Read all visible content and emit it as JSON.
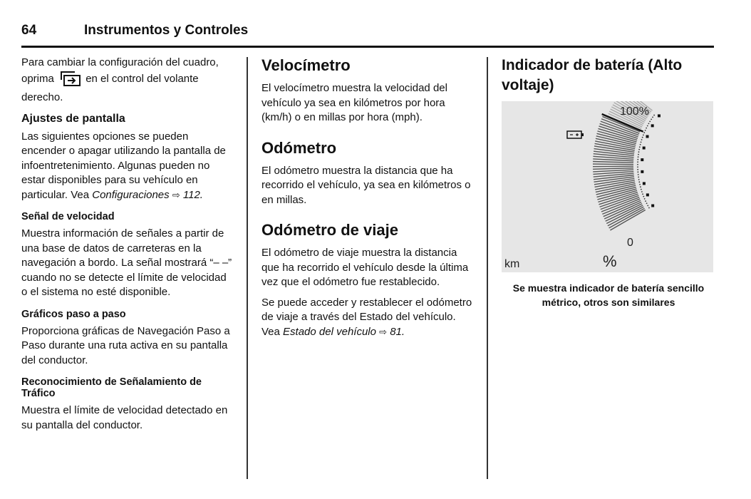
{
  "header": {
    "page_number": "64",
    "section_title": "Instrumentos y Controles"
  },
  "col1": {
    "intro_before": "Para cambiar la configuración del cuadro, oprima",
    "intro_after": "en el control del volante derecho.",
    "control_icon": "display-toggle-icon",
    "ajustes_title": "Ajustes de pantalla",
    "ajustes_text": "Las siguientes opciones se pueden encender o apagar utilizando la pantalla de infoentretenimiento. Algunas pueden no estar disponibles para su vehículo en particular. Vea",
    "ajustes_ref_text": "Configuraciones",
    "ajustes_ref_page": "112.",
    "senal_title": "Señal de velocidad",
    "senal_text": "Muestra información de señales a partir de una base de datos de carreteras en la navegación a bordo. La señal mostrará “– –” cuando no se detecte el límite de velocidad o el sistema no esté disponible.",
    "graficos_title": "Gráficos paso a paso",
    "graficos_text": "Proporciona gráficas de Navegación Paso a Paso durante una ruta activa en su pantalla del conductor.",
    "reconocimiento_title": "Reconocimiento de Señalamiento de Tráfico",
    "reconocimiento_text": "Muestra el límite de velocidad detectado en su pantalla del conductor."
  },
  "col2": {
    "velocimetro_title": "Velocímetro",
    "velocimetro_text": "El velocímetro muestra la velocidad del vehículo ya sea en kilómetros por hora (km/h) o en millas por hora (mph).",
    "odometro_title": "Odómetro",
    "odometro_text": "El odómetro muestra la distancia que ha recorrido el vehículo, ya sea en kilómetros o en millas.",
    "viaje_title": "Odómetro de viaje",
    "viaje_text1": "El odómetro de viaje muestra la distancia que ha recorrido el vehículo desde la última vez que el odómetro fue restablecido.",
    "viaje_text2": "Se puede acceder y restablecer el odómetro de viaje a través del Estado del vehículo. Vea",
    "viaje_ref_text": "Estado del vehículo",
    "viaje_ref_page": "81."
  },
  "col3": {
    "title": "Indicador de batería (Alto voltaje)",
    "gauge": {
      "label_full": "100%",
      "label_empty": "0",
      "label_unit_km": "km",
      "label_percent": "%",
      "battery_icon": "battery-icon",
      "level_fraction": 0.78
    },
    "caption": "Se muestra indicador de batería sencillo métrico, otros son similares"
  },
  "ref_arrow_glyph": "⇨"
}
